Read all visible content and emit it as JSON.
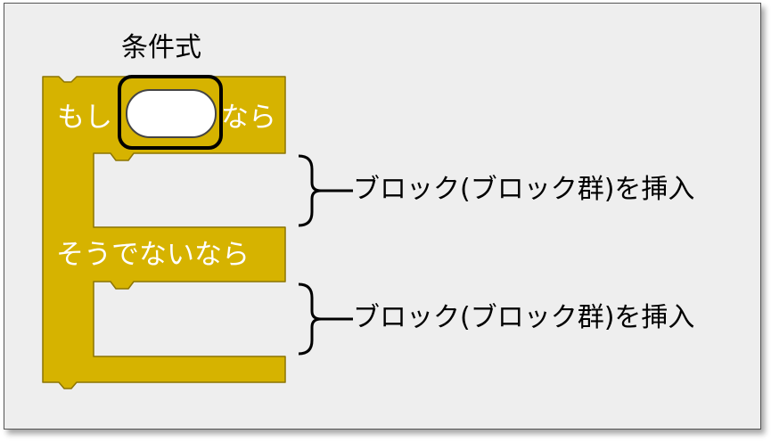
{
  "diagram": {
    "condition_label": "条件式",
    "block": {
      "if_text": "もし",
      "then_text": "なら",
      "else_text": "そうでないなら"
    },
    "insert_label_1": "ブロック(ブロック群)を挿入",
    "insert_label_2": "ブロック(ブロック群)を挿入",
    "colors": {
      "block_fill": "#d6b300",
      "block_stroke": "#8c7400",
      "block_text": "#ffffff",
      "condition_slot": "#ffffff",
      "highlight_box": "#000000",
      "background": "#eeeeee"
    }
  }
}
